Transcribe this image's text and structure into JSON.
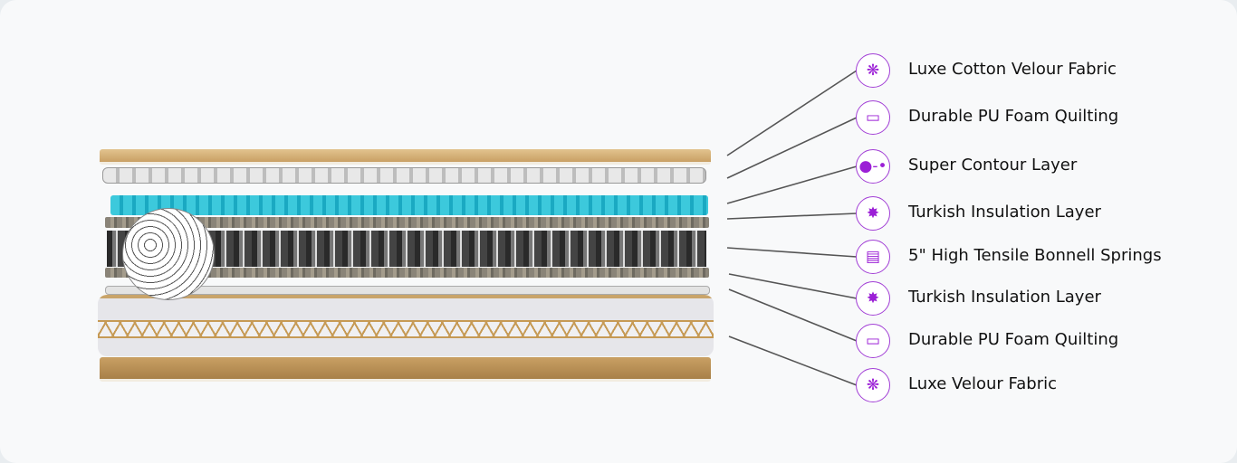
{
  "layers": [
    {
      "label": "Luxe Cotton Velour Fabric",
      "icon": "fabric-icon",
      "glyph": "❋"
    },
    {
      "label": "Durable PU Foam Quilting",
      "icon": "foam-quilting-icon",
      "glyph": "▭"
    },
    {
      "label": "Super Contour Layer",
      "icon": "contour-dots-icon",
      "glyph": "●-•"
    },
    {
      "label": "Turkish Insulation Layer",
      "icon": "insulation-icon",
      "glyph": "✸"
    },
    {
      "label": "5\" High Tensile Bonnell Springs",
      "icon": "springs-icon",
      "glyph": "▤"
    },
    {
      "label": "Turkish Insulation Layer",
      "icon": "insulation-icon",
      "glyph": "✸"
    },
    {
      "label": "Durable PU Foam Quilting",
      "icon": "foam-quilting-icon",
      "glyph": "▭"
    },
    {
      "label": "Luxe Velour Fabric",
      "icon": "fabric-icon",
      "glyph": "❋"
    }
  ],
  "colors": {
    "accent": "#a23fd6",
    "fabric": "#d4b07a",
    "foam": "#3cc9dc"
  }
}
